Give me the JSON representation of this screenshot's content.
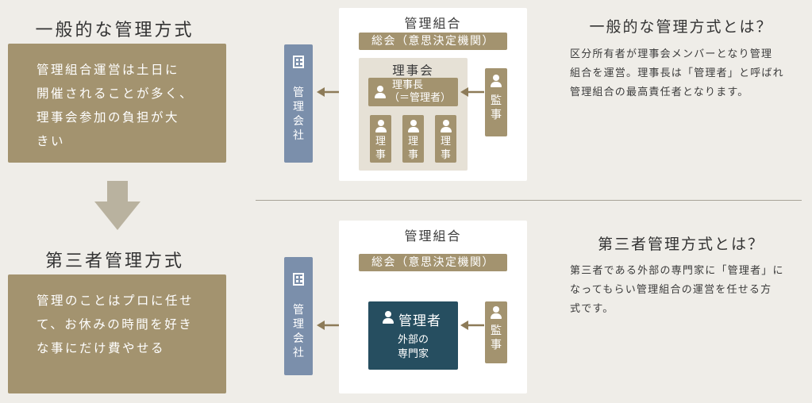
{
  "left": {
    "top_title": "一般的な管理方式",
    "top_box_lines": [
      "管理組合運営は土日に",
      "開催されることが多く、",
      "理事会参加の負担が大",
      "きい"
    ],
    "bottom_title": "第三者管理方式",
    "bottom_box_lines": [
      "管理のことはプロに任せ",
      "て、お休みの時間を好き",
      "な事にだけ費やせる"
    ]
  },
  "diagram_top": {
    "panel_title": "管理組合",
    "assembly": "総会（意思決定機関）",
    "board_title": "理事会",
    "chief_lines": [
      "理事長",
      "（＝管理者）"
    ],
    "members": [
      "理事",
      "理事",
      "理事"
    ],
    "mgmt_company": "管理会社",
    "auditor": "監事"
  },
  "diagram_bottom": {
    "panel_title": "管理組合",
    "assembly": "総会（意思決定機関）",
    "manager_title": "管理者",
    "manager_sub_lines": [
      "外部の",
      "専門家"
    ],
    "mgmt_company": "管理会社",
    "auditor": "監事"
  },
  "right": {
    "top_heading": "一般的な管理方式とは？",
    "top_body_lines": [
      "区分所有者が理事会メンバーとなり管理",
      "組合を運営。理事長は「管理者」と呼ばれ",
      "管理組合の最高責任者となります。"
    ],
    "bottom_heading": "第三者管理方式とは？",
    "bottom_body_lines": [
      "第三者である外部の専門家に「管理者」に",
      "なってもらい管理組合の運営を任せる方",
      "式です。"
    ]
  },
  "colors": {
    "background": "#efede8",
    "brown": "#a3936f",
    "board_bg": "#e6e1d6",
    "company_blue": "#7b8fab",
    "manager_navy": "#264e60",
    "arrow": "#8d7b58"
  },
  "icons": [
    "down-arrow-icon",
    "person-icon",
    "building-icon",
    "double-arrow-icon",
    "left-arrow-icon"
  ]
}
